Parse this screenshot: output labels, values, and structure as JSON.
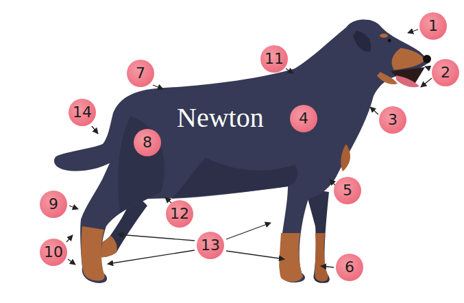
{
  "diagram": {
    "nodes": [
      {
        "text": [
          "1"
        ]
      },
      {
        "text": [
          "11"
        ]
      },
      {
        "text": [
          "2"
        ]
      },
      {
        "text": [
          "7"
        ]
      },
      {
        "text": [
          "14"
        ]
      },
      {
        "text": [
          "3"
        ]
      },
      {
        "text": [
          "4"
        ]
      },
      {
        "text": [
          "8"
        ]
      },
      {
        "text": [
          "5"
        ]
      },
      {
        "text": [
          "9"
        ]
      },
      {
        "text": [
          "12"
        ]
      },
      {
        "text": [
          "13"
        ]
      },
      {
        "text": [
          "10"
        ]
      },
      {
        "text": [
          "6"
        ]
      }
    ],
    "labels": [
      "Newton"
    ]
  }
}
